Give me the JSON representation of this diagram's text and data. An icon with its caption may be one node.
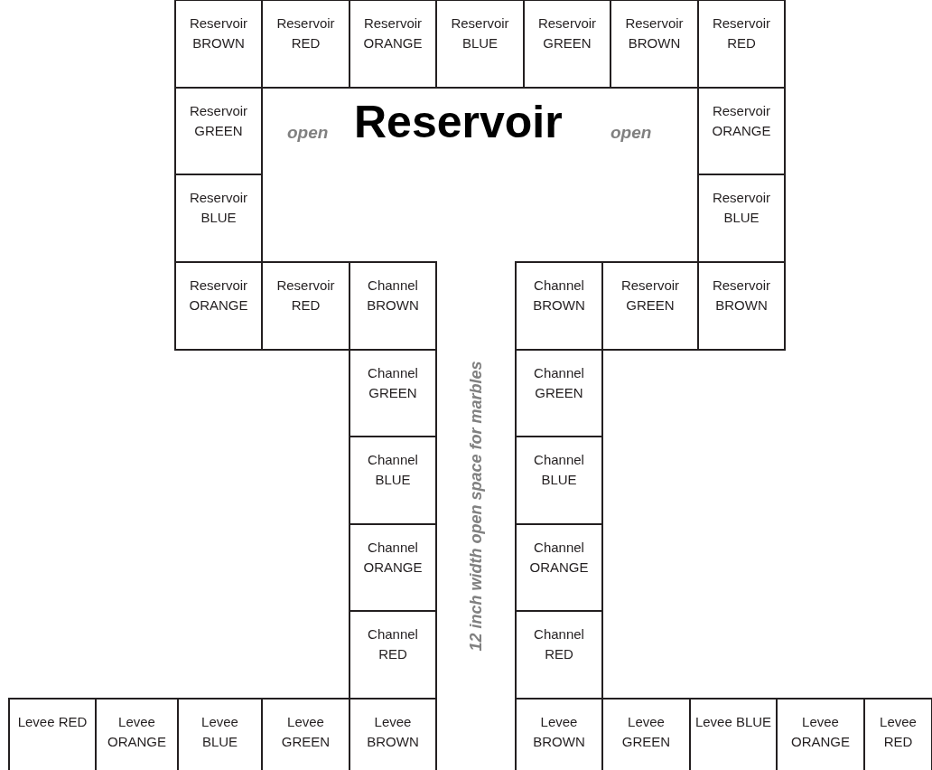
{
  "diagram": {
    "nodes": [
      {
        "text": [
          "Reservoir BROWN"
        ]
      },
      {
        "text": [
          "Reservoir RED"
        ]
      },
      {
        "text": [
          "Reservoir ORANGE"
        ]
      },
      {
        "text": [
          "Reservoir BLUE"
        ]
      },
      {
        "text": [
          "Reservoir GREEN"
        ]
      },
      {
        "text": [
          "Reservoir BROWN"
        ]
      },
      {
        "text": [
          "Reservoir RED"
        ]
      },
      {
        "text": [
          "Reservoir GREEN"
        ]
      },
      {
        "text": [
          "Reservoir ORANGE"
        ]
      },
      {
        "text": [
          "Reservoir BLUE"
        ]
      },
      {
        "text": [
          "Reservoir BLUE"
        ]
      },
      {
        "text": [
          "Reservoir ORANGE"
        ]
      },
      {
        "text": [
          "Reservoir RED"
        ]
      },
      {
        "text": [
          "Channel BROWN"
        ]
      },
      {
        "text": [
          "Channel BROWN"
        ]
      },
      {
        "text": [
          "Reservoir GREEN"
        ]
      },
      {
        "text": [
          "Reservoir BROWN"
        ]
      },
      {
        "text": [
          "Channel GREEN"
        ]
      },
      {
        "text": [
          "Channel GREEN"
        ]
      },
      {
        "text": [
          "Channel BLUE"
        ]
      },
      {
        "text": [
          "Channel BLUE"
        ]
      },
      {
        "text": [
          "Channel ORANGE"
        ]
      },
      {
        "text": [
          "Channel ORANGE"
        ]
      },
      {
        "text": [
          "Channel RED"
        ]
      },
      {
        "text": [
          "Channel RED"
        ]
      },
      {
        "text": [
          "Levee RED"
        ]
      },
      {
        "text": [
          "Levee ORANGE"
        ]
      },
      {
        "text": [
          "Levee BLUE"
        ]
      },
      {
        "text": [
          "Levee GREEN"
        ]
      },
      {
        "text": [
          "Levee BROWN"
        ]
      },
      {
        "text": [
          "Levee BROWN"
        ]
      },
      {
        "text": [
          "Levee GREEN"
        ]
      },
      {
        "text": [
          "Levee BLUE"
        ]
      },
      {
        "text": [
          "Levee ORANGE"
        ]
      },
      {
        "text": [
          "Levee RED"
        ]
      }
    ],
    "labels": [
      "open",
      "Reservoir",
      "open",
      "12 inch width open space for marbles"
    ]
  }
}
